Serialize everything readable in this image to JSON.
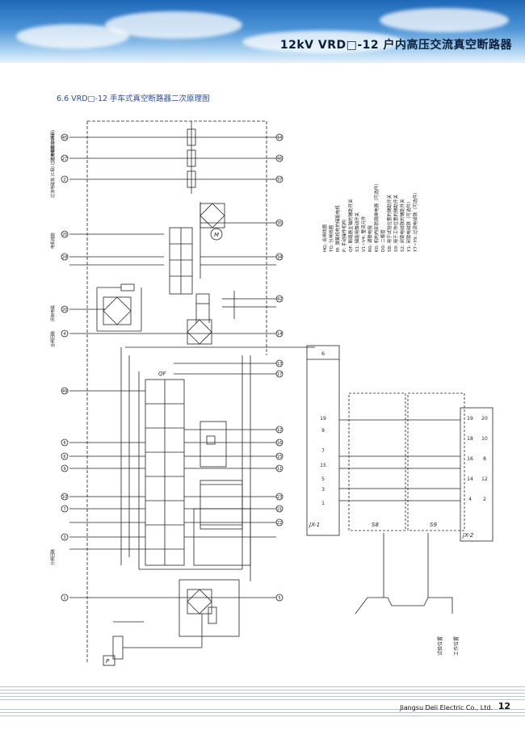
{
  "header": {
    "title": "12kV VRD□-12 户内高压交流真空断路器"
  },
  "section_title": "6.6 VRD□-12 手车式真空断路器二次原理图",
  "legend": [
    "HQ: 合闸线圈",
    "TQ: 分闸线圈",
    "M: 弹簧机构的储能电机",
    "P: 手动操作机构",
    "QF: 断路器主轴的辅助开关",
    "S1: 储能用微动开关",
    "V1~V4: 整流元件",
    "R0: 调联电阻",
    "K0: 机构内部防跳继电器（可选件）",
    "D0: 二极管",
    "S8: 用于试验位置的辅助开关",
    "S9: 用于工作位置的辅助开关",
    "S2: 闭锁电磁铁的辅助开关",
    "Y1: 闭锁电磁铁（可选件）",
    "Y7~Y9: 过流电磁铁（可选件）"
  ],
  "left_labels": [
    "过流电磁铁 (A相)",
    "过流电磁铁 (C相) 过流电磁铁 (B相)",
    "电机储能",
    "闭锁电磁",
    "合闸回路",
    "分闸回路"
  ],
  "bottom_labels": [
    "试验位置",
    "工作位置"
  ],
  "terminals_left": [
    "45",
    "27",
    "2",
    "25",
    "24",
    "20",
    "4",
    "49",
    "8",
    "6",
    "9",
    "10",
    "7",
    "3",
    "1"
  ],
  "terminals_right": [
    "44",
    "46",
    "37",
    "35",
    "34",
    "42",
    "14",
    "13",
    "17",
    "12",
    "16",
    "15",
    "11",
    "23",
    "21",
    "22",
    "5"
  ],
  "block_labels": {
    "jx1": "JX-1",
    "jx2": "JX-2",
    "s8": "S8",
    "s9": "S9",
    "qf": "QF",
    "m": "M",
    "p": "P"
  },
  "jx1_numbers": [
    "6",
    "19",
    "9",
    "7",
    "15",
    "5",
    "3",
    "1"
  ],
  "jx2_numbers": [
    "19",
    "20",
    "18",
    "10",
    "16",
    "8",
    "14",
    "12",
    "4",
    "2"
  ],
  "footer": {
    "company": "Jiangsu Deli Electric Co., Ltd.",
    "page": "12"
  }
}
